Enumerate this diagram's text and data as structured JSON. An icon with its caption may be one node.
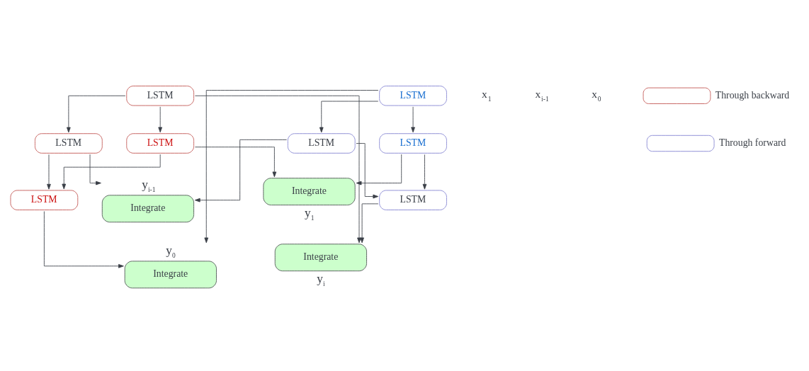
{
  "diagram": {
    "nodes": [
      {
        "text": [
          "Integrate"
        ],
        "beside": [
          "y$_{0}$"
        ]
      },
      {
        "text": [
          "LSTM"
        ]
      },
      {
        "text": [
          "LSTM"
        ]
      },
      {
        "text": [
          "Integrate"
        ],
        "beside": [
          "y$_{i-1}$"
        ]
      },
      {
        "text": [
          "LSTM"
        ]
      },
      {
        "text": [
          "LSTM"
        ]
      },
      {
        "text": [
          "LSTM"
        ]
      },
      {
        "text": [
          "LSTM"
        ]
      },
      {
        "text": [
          "LSTM"
        ]
      },
      {
        "text": [
          "LSTM"
        ]
      },
      {
        "text": [
          "Integrate"
        ],
        "beside": [
          "y$_{1}$"
        ]
      },
      {
        "text": [
          "Integrate"
        ],
        "beside": [
          "y$_{i}$"
        ]
      }
    ],
    "edges": [
      {
        "from": 1,
        "to": 0,
        "arrow": "to"
      },
      {
        "from": 2,
        "to": 1,
        "arrow": "to"
      },
      {
        "from": 4,
        "to": 0,
        "arrow": "to"
      },
      {
        "from": 2,
        "to": 3,
        "arrow": "to"
      },
      {
        "from": 4,
        "to": 5,
        "arrow": "to"
      },
      {
        "from": 5,
        "to": 3,
        "arrow": "to"
      },
      {
        "from": 7,
        "to": 2,
        "arrow": "to"
      },
      {
        "from": 6,
        "to": 1,
        "arrow": "to"
      },
      {
        "from": 5,
        "to": 9,
        "arrow": "to"
      },
      {
        "from": 4,
        "to": 8,
        "arrow": "to"
      },
      {
        "from": 7,
        "to": 6,
        "arrow": "to"
      },
      {
        "from": 7,
        "to": 11,
        "arrow": "to"
      },
      {
        "from": 6,
        "to": 10,
        "arrow": "to"
      },
      {
        "from": 8,
        "to": 10,
        "arrow": "to"
      },
      {
        "from": 8,
        "to": 9,
        "arrow": "to"
      },
      {
        "from": 9,
        "to": 11,
        "arrow": "to"
      }
    ],
    "labels": [
      "x$_{1}$",
      "x$_{i-1}$",
      "x$_{0}$"
    ],
    "legend": [
      {
        "text": "Through backward"
      },
      {
        "text": "Through forward"
      }
    ]
  }
}
